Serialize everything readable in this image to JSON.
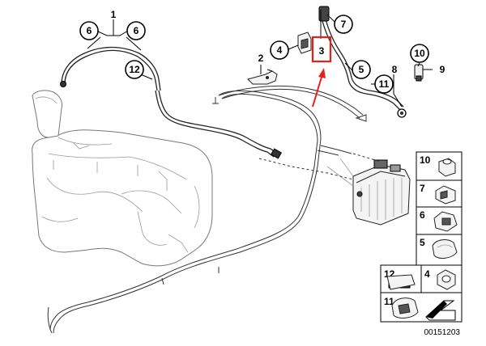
{
  "callouts": {
    "c1": "1",
    "c2": "2",
    "c3": "3",
    "c4": "4",
    "c5": "5",
    "c6a": "6",
    "c6b": "6",
    "c7": "7",
    "c8": "8",
    "c9": "9",
    "c10": "10",
    "c11": "11",
    "c12": "12"
  },
  "highlight": {
    "color": "#e8201c"
  },
  "legend": {
    "r10": "10",
    "r7": "7",
    "r6": "6",
    "r5": "5",
    "r12": "12",
    "r4": "4",
    "r11": "11"
  },
  "catalog_number": "00151203"
}
